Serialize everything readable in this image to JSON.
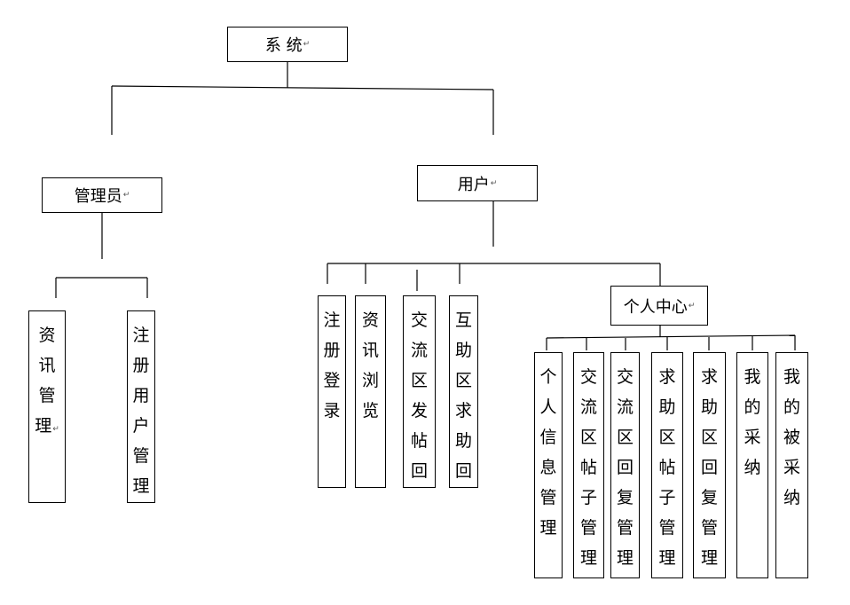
{
  "root": {
    "label": "系 统"
  },
  "admin": {
    "label": "管理员",
    "children": [
      {
        "id": "news-mgmt",
        "label": "资讯管理"
      },
      {
        "id": "reg-user-mgmt",
        "label": "注册用户管理"
      }
    ]
  },
  "user": {
    "label": "用户",
    "children": [
      {
        "id": "register-login",
        "label": "注册登录"
      },
      {
        "id": "news-browse",
        "label": "资讯浏览"
      },
      {
        "id": "exchange-post-reply",
        "label": "交流区发帖回"
      },
      {
        "id": "help-reply",
        "label": "互助区求助回"
      }
    ]
  },
  "center": {
    "label": "个人中心",
    "children": [
      {
        "id": "profile-mgmt",
        "label": "个人信息管理"
      },
      {
        "id": "exchange-posts-mgmt",
        "label": "交流区帖子管理"
      },
      {
        "id": "exchange-replies-mgmt",
        "label": "交流区回复管理"
      },
      {
        "id": "help-posts-mgmt",
        "label": "求助区帖子管理"
      },
      {
        "id": "help-replies-mgmt",
        "label": "求助区回复管理"
      },
      {
        "id": "my-adopted",
        "label": "我的采纳"
      },
      {
        "id": "my-been-adopted",
        "label": "我的被采纳"
      }
    ]
  },
  "return_mark": "↵"
}
